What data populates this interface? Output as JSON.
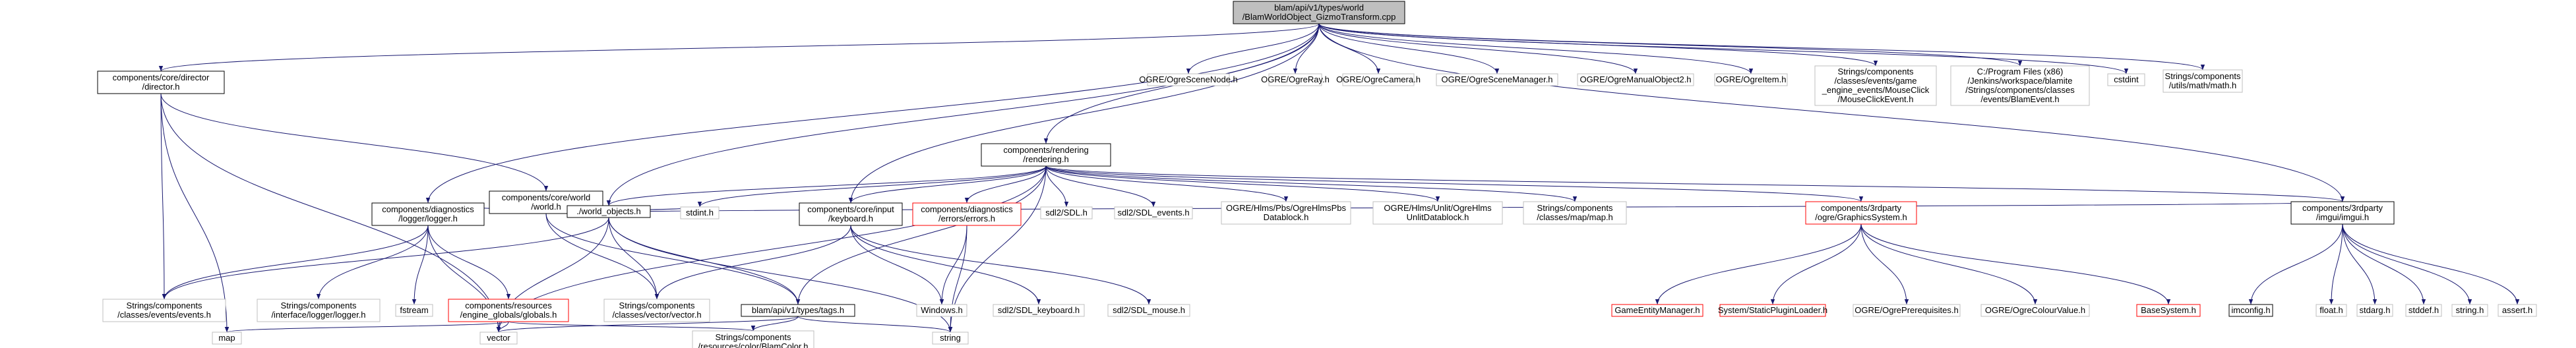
{
  "diagram": {
    "nodes": [
      {
        "id": "root",
        "lines": [
          "blam/api/v1/types/world",
          "/BlamWorldObject_GizmoTransform.cpp"
        ],
        "style": "root"
      },
      {
        "id": "director",
        "lines": [
          "components/core/director",
          "/director.h"
        ],
        "style": "normal"
      },
      {
        "id": "sceneNode",
        "lines": [
          "OGRE/OgreSceneNode.h"
        ],
        "style": "plain"
      },
      {
        "id": "ray",
        "lines": [
          "OGRE/OgreRay.h"
        ],
        "style": "plain"
      },
      {
        "id": "camera",
        "lines": [
          "OGRE/OgreCamera.h"
        ],
        "style": "plain"
      },
      {
        "id": "sceneMgr",
        "lines": [
          "OGRE/OgreSceneManager.h"
        ],
        "style": "plain"
      },
      {
        "id": "manualObj",
        "lines": [
          "OGRE/OgreManualObject2.h"
        ],
        "style": "plain"
      },
      {
        "id": "item",
        "lines": [
          "OGRE/OgreItem.h"
        ],
        "style": "plain"
      },
      {
        "id": "mouseClick",
        "lines": [
          "Strings/components",
          "/classes/events/game",
          "_engine_events/MouseClick",
          "/MouseClickEvent.h"
        ],
        "style": "plain"
      },
      {
        "id": "blamEvent",
        "lines": [
          "C:/Program Files (x86)",
          "/Jenkins/workspace/blamite",
          "/Strings/components/classes",
          "/events/BlamEvent.h"
        ],
        "style": "plain"
      },
      {
        "id": "cstdint",
        "lines": [
          "cstdint"
        ],
        "style": "plain"
      },
      {
        "id": "mathh",
        "lines": [
          "Strings/components",
          "/utils/math/math.h"
        ],
        "style": "plain"
      },
      {
        "id": "world",
        "lines": [
          "components/core/world",
          "/world.h"
        ],
        "style": "normal"
      },
      {
        "id": "rendering",
        "lines": [
          "components/rendering",
          "/rendering.h"
        ],
        "style": "normal"
      },
      {
        "id": "logger",
        "lines": [
          "components/diagnostics",
          "/logger/logger.h"
        ],
        "style": "normal"
      },
      {
        "id": "worldObjects",
        "lines": [
          "./world_objects.h"
        ],
        "style": "normal"
      },
      {
        "id": "stdint",
        "lines": [
          "stdint.h"
        ],
        "style": "plain"
      },
      {
        "id": "keyboard",
        "lines": [
          "components/core/input",
          "/keyboard.h"
        ],
        "style": "normal"
      },
      {
        "id": "errors",
        "lines": [
          "components/diagnostics",
          "/errors/errors.h"
        ],
        "style": "red"
      },
      {
        "id": "sdl",
        "lines": [
          "sdl2/SDL.h"
        ],
        "style": "plain"
      },
      {
        "id": "sdlEvents",
        "lines": [
          "sdl2/SDL_events.h"
        ],
        "style": "plain"
      },
      {
        "id": "pbsDatablock",
        "lines": [
          "OGRE/Hlms/Pbs/OgreHlmsPbs",
          "Datablock.h"
        ],
        "style": "plain"
      },
      {
        "id": "unlitDatablock",
        "lines": [
          "OGRE/Hlms/Unlit/OgreHlms",
          "UnlitDatablock.h"
        ],
        "style": "plain"
      },
      {
        "id": "maph",
        "lines": [
          "Strings/components",
          "/classes/map/map.h"
        ],
        "style": "plain"
      },
      {
        "id": "graphicsSystem",
        "lines": [
          "components/3rdparty",
          "/ogre/GraphicsSystem.h"
        ],
        "style": "red"
      },
      {
        "id": "imgui",
        "lines": [
          "components/3rdparty",
          "/imgui/imgui.h"
        ],
        "style": "normal"
      },
      {
        "id": "eventsh",
        "lines": [
          "Strings/components",
          "/classes/events/events.h"
        ],
        "style": "plain"
      },
      {
        "id": "loggerIface",
        "lines": [
          "Strings/components",
          "/interface/logger/logger.h"
        ],
        "style": "plain"
      },
      {
        "id": "fstream",
        "lines": [
          "fstream"
        ],
        "style": "plain"
      },
      {
        "id": "globals",
        "lines": [
          "components/resources",
          "/engine_globals/globals.h"
        ],
        "style": "red"
      },
      {
        "id": "vectorh",
        "lines": [
          "Strings/components",
          "/classes/vector/vector.h"
        ],
        "style": "plain"
      },
      {
        "id": "tags",
        "lines": [
          "blam/api/v1/types/tags.h"
        ],
        "style": "normal"
      },
      {
        "id": "windows",
        "lines": [
          "Windows.h"
        ],
        "style": "plain"
      },
      {
        "id": "sdlKeyboard",
        "lines": [
          "sdl2/SDL_keyboard.h"
        ],
        "style": "plain"
      },
      {
        "id": "sdlMouse",
        "lines": [
          "sdl2/SDL_mouse.h"
        ],
        "style": "plain"
      },
      {
        "id": "gameEntity",
        "lines": [
          "GameEntityManager.h"
        ],
        "style": "red"
      },
      {
        "id": "staticPlugin",
        "lines": [
          "System/StaticPluginLoader.h"
        ],
        "style": "red"
      },
      {
        "id": "ogrePrereq",
        "lines": [
          "OGRE/OgrePrerequisites.h"
        ],
        "style": "plain"
      },
      {
        "id": "colourValue",
        "lines": [
          "OGRE/OgreColourValue.h"
        ],
        "style": "plain"
      },
      {
        "id": "baseSystem",
        "lines": [
          "BaseSystem.h"
        ],
        "style": "red"
      },
      {
        "id": "imconfig",
        "lines": [
          "imconfig.h"
        ],
        "style": "normal"
      },
      {
        "id": "floath",
        "lines": [
          "float.h"
        ],
        "style": "plain"
      },
      {
        "id": "stdarg",
        "lines": [
          "stdarg.h"
        ],
        "style": "plain"
      },
      {
        "id": "stddef",
        "lines": [
          "stddef.h"
        ],
        "style": "plain"
      },
      {
        "id": "stringh",
        "lines": [
          "string.h"
        ],
        "style": "plain"
      },
      {
        "id": "asserth",
        "lines": [
          "assert.h"
        ],
        "style": "plain"
      },
      {
        "id": "map",
        "lines": [
          "map"
        ],
        "style": "plain"
      },
      {
        "id": "vector",
        "lines": [
          "vector"
        ],
        "style": "plain"
      },
      {
        "id": "blamColor",
        "lines": [
          "Strings/components",
          "/resources/color/BlamColor.h"
        ],
        "style": "plain"
      },
      {
        "id": "string",
        "lines": [
          "string"
        ],
        "style": "plain"
      }
    ],
    "edges": [
      [
        "root",
        "director"
      ],
      [
        "root",
        "sceneNode"
      ],
      [
        "root",
        "ray"
      ],
      [
        "root",
        "camera"
      ],
      [
        "root",
        "sceneMgr"
      ],
      [
        "root",
        "manualObj"
      ],
      [
        "root",
        "item"
      ],
      [
        "root",
        "mouseClick"
      ],
      [
        "root",
        "blamEvent"
      ],
      [
        "root",
        "cstdint"
      ],
      [
        "root",
        "mathh"
      ],
      [
        "root",
        "rendering"
      ],
      [
        "root",
        "logger"
      ],
      [
        "root",
        "worldObjects"
      ],
      [
        "root",
        "keyboard"
      ],
      [
        "root",
        "imgui"
      ],
      [
        "director",
        "world"
      ],
      [
        "director",
        "eventsh"
      ],
      [
        "director",
        "map"
      ],
      [
        "director",
        "vector"
      ],
      [
        "world",
        "logger"
      ],
      [
        "world",
        "worldObjects"
      ],
      [
        "world",
        "stdint"
      ],
      [
        "world",
        "vectorh"
      ],
      [
        "world",
        "tags"
      ],
      [
        "world",
        "imgui"
      ],
      [
        "rendering",
        "worldObjects"
      ],
      [
        "rendering",
        "stdint"
      ],
      [
        "rendering",
        "keyboard"
      ],
      [
        "rendering",
        "errors"
      ],
      [
        "rendering",
        "sdl"
      ],
      [
        "rendering",
        "sdlEvents"
      ],
      [
        "rendering",
        "pbsDatablock"
      ],
      [
        "rendering",
        "unlitDatablock"
      ],
      [
        "rendering",
        "maph"
      ],
      [
        "rendering",
        "graphicsSystem"
      ],
      [
        "rendering",
        "imgui"
      ],
      [
        "rendering",
        "vector"
      ],
      [
        "rendering",
        "tags"
      ],
      [
        "rendering",
        "string"
      ],
      [
        "logger",
        "eventsh"
      ],
      [
        "logger",
        "loggerIface"
      ],
      [
        "logger",
        "fstream"
      ],
      [
        "logger",
        "globals"
      ],
      [
        "logger",
        "vector"
      ],
      [
        "worldObjects",
        "eventsh"
      ],
      [
        "worldObjects",
        "vectorh"
      ],
      [
        "worldObjects",
        "tags"
      ],
      [
        "worldObjects",
        "vector"
      ],
      [
        "worldObjects",
        "string"
      ],
      [
        "keyboard",
        "vectorh"
      ],
      [
        "keyboard",
        "windows"
      ],
      [
        "keyboard",
        "sdlKeyboard"
      ],
      [
        "keyboard",
        "sdlMouse"
      ],
      [
        "errors",
        "windows"
      ],
      [
        "errors",
        "string"
      ],
      [
        "globals",
        "map"
      ],
      [
        "globals",
        "vector"
      ],
      [
        "globals",
        "blamColor"
      ],
      [
        "tags",
        "vector"
      ],
      [
        "tags",
        "blamColor"
      ],
      [
        "tags",
        "string"
      ],
      [
        "graphicsSystem",
        "gameEntity"
      ],
      [
        "graphicsSystem",
        "staticPlugin"
      ],
      [
        "graphicsSystem",
        "ogrePrereq"
      ],
      [
        "graphicsSystem",
        "colourValue"
      ],
      [
        "graphicsSystem",
        "baseSystem"
      ],
      [
        "imgui",
        "imconfig"
      ],
      [
        "imgui",
        "floath"
      ],
      [
        "imgui",
        "stdarg"
      ],
      [
        "imgui",
        "stddef"
      ],
      [
        "imgui",
        "stringh"
      ],
      [
        "imgui",
        "asserth"
      ]
    ],
    "colors": {
      "edge": "#191970",
      "border_normal": "#000000",
      "border_plain": "#bfbfbf",
      "border_red": "#ff0000",
      "root_fill": "#bfbfbf",
      "text": "#000000"
    }
  }
}
